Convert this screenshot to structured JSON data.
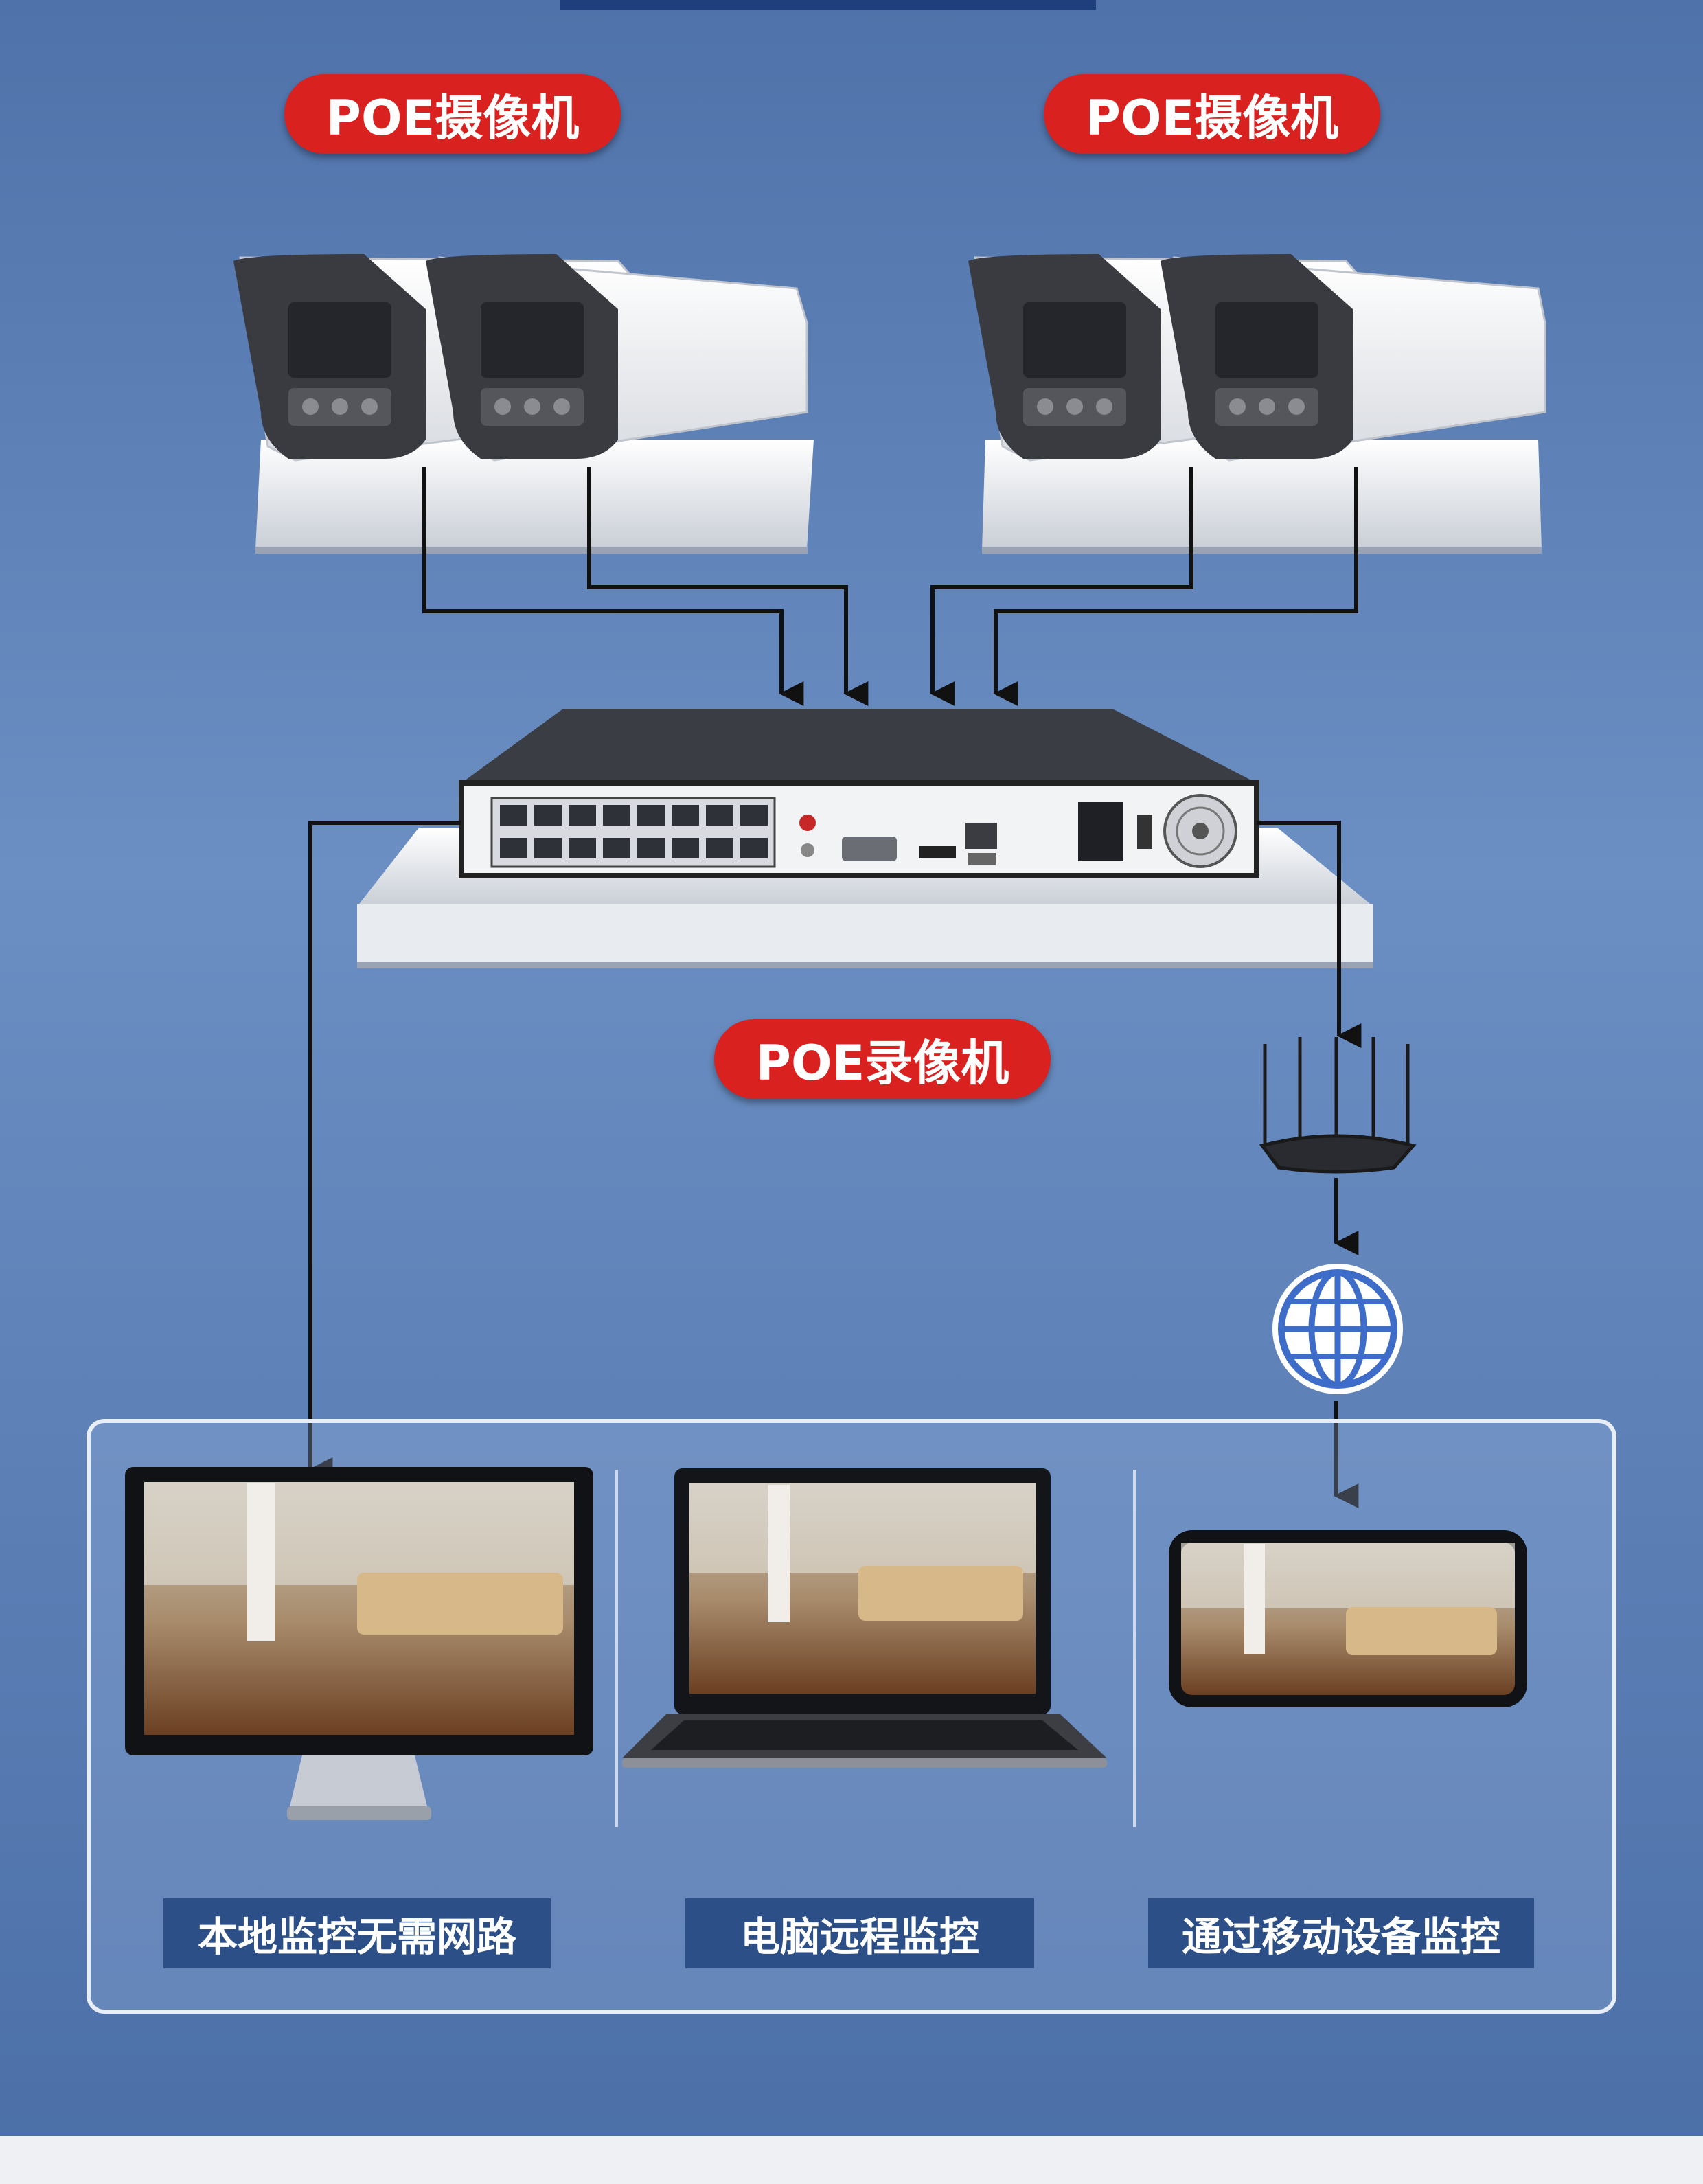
{
  "labels": {
    "camera_group_left": "POE摄像机",
    "camera_group_right": "POE摄像机",
    "recorder": "POE录像机"
  },
  "captions": {
    "local": "本地监控无需网路",
    "computer": "电脑远程监控",
    "mobile": "通过移动设备监控"
  },
  "colors": {
    "pill_red": "#d9211f",
    "caption_blue": "#2c4f87",
    "background_blue": "#5c7fb3"
  },
  "icons": [
    "camera-icon",
    "nvr-icon",
    "router-icon",
    "globe-icon",
    "monitor-icon",
    "laptop-icon",
    "phone-icon"
  ]
}
